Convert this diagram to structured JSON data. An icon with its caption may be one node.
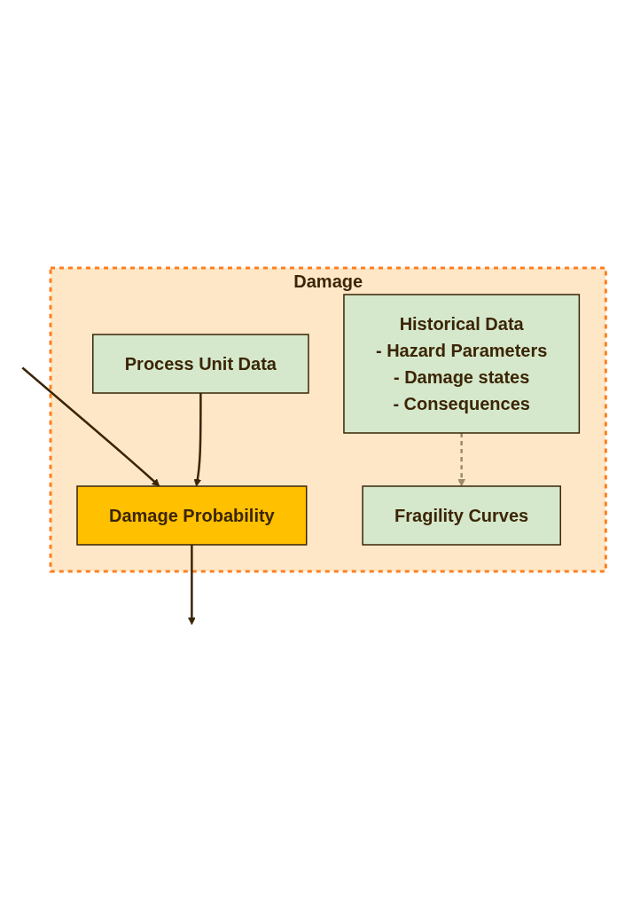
{
  "diagram": {
    "nodes": [
      {
        "text": [
          "Damage"
        ]
      },
      {
        "text": [
          "Process Unit Data"
        ],
        "in": 0
      },
      {
        "text": [
          "Damage Probability"
        ],
        "in": 0
      },
      {
        "text": [
          "Fragility Curves"
        ],
        "in": 0
      },
      {
        "text": [
          "Historical Data",
          "- Hazard Parameters",
          "- Damage states",
          "- Consequences"
        ],
        "in": 0
      }
    ],
    "edges": [
      {
        "from": null,
        "to": 2,
        "arrow": "to"
      },
      {
        "from": 1,
        "to": 2,
        "arrow": "to"
      },
      {
        "from": 2,
        "to": null,
        "arrow": "to"
      },
      {
        "from": 4,
        "to": 3,
        "arrow": "to",
        "style": "dashed",
        "color": "#9c8a6c"
      }
    ]
  }
}
